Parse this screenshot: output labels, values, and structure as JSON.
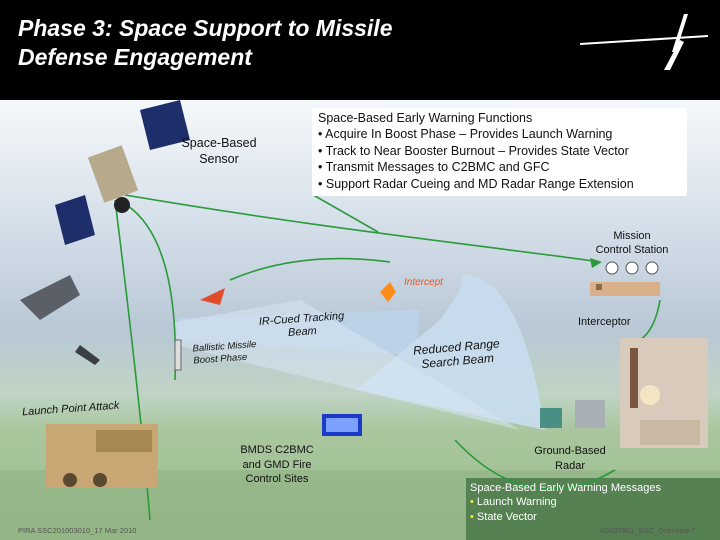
{
  "header": {
    "title_line1": "Phase 3: Space Support to Missile",
    "title_line2": "Defense Engagement"
  },
  "labels": {
    "space_based_sensor_line1": "Space-Based",
    "space_based_sensor_line2": "Sensor",
    "mission_control_line1": "Mission",
    "mission_control_line2": "Control Station",
    "intercept": "Intercept",
    "interceptor": "Interceptor",
    "ir_beam_line1": "IR-Cued Tracking",
    "ir_beam_line2": "Beam",
    "ballistic_missile_line1": "Ballistic Missile",
    "ballistic_missile_line2": "Boost Phase",
    "reduced_range_line1": "Reduced Range",
    "reduced_range_line2": "Search Beam",
    "launch_point_attack": "Launch Point Attack",
    "bmds_line1": "BMDS C2BMC",
    "bmds_line2": "and GMD Fire",
    "bmds_line3": "Control Sites",
    "ground_radar_line1": "Ground-Based",
    "ground_radar_line2": "Radar"
  },
  "early_warning_functions": {
    "title": "Space-Based Early Warning  Functions",
    "items": [
      "Acquire In Boost Phase – Provides Launch Warning",
      "Track to Near Booster Burnout – Provides State Vector",
      "Transmit Messages to C2BMC and GFC",
      "Support Radar Cueing and MD Radar Range Extension"
    ]
  },
  "early_warning_messages": {
    "title": "Space-Based Early Warning  Messages",
    "items": [
      "Launch Warning",
      "State Vector"
    ]
  },
  "footer": {
    "left": "PIRA SSC201003010_17 Mar 2010",
    "right": "K0037961_SSC_Overview 7"
  },
  "colors": {
    "header_bg": "#000000",
    "comm_link": "#2a9a3a",
    "intercept_text": "#e55a2a",
    "bullet_accent": "#ffea3a",
    "beam": "#bcd4ea"
  },
  "icons": {
    "logo": "lockheed-star-logo-icon",
    "satellite": "satellite-icon",
    "aircraft": "fighter-jet-icon",
    "launcher": "rocket-launcher-icon",
    "missile": "missile-icon",
    "explosion": "explosion-icon",
    "control_station": "satellite-dish-station-icon",
    "radar": "radar-building-icon",
    "command": "command-center-icon"
  }
}
